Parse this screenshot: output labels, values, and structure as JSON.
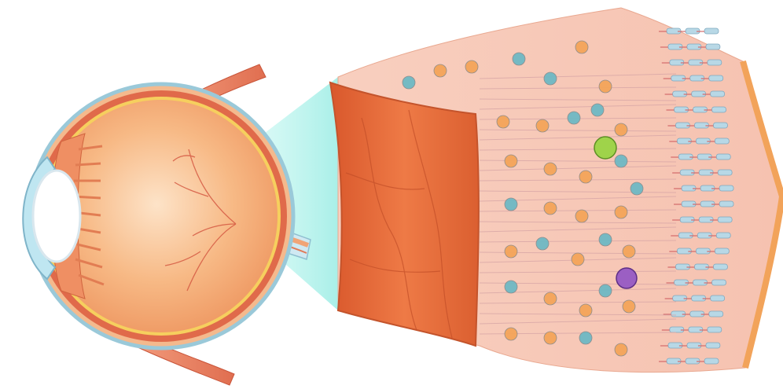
{
  "illustration": {
    "subject": "",
    "parts": [
      {
        "id": "eyeball",
        "icon": "eyeball-cross-section-icon"
      },
      {
        "id": "optic-nerve",
        "icon": "optic-nerve-icon"
      },
      {
        "id": "eye-muscle",
        "icon": "eye-muscle-icon"
      },
      {
        "id": "magnified-section",
        "icon": "magnify-wedge-icon"
      },
      {
        "id": "retina-tissue-block",
        "icon": "retina-layers-icon"
      }
    ],
    "palette": {
      "sclera": "#f3b58a",
      "choroid": "#e06a4a",
      "vitreous": "#f6b27c",
      "cornea": "#b9e4ef",
      "lens": "#ffffff",
      "muscle": "#ef8a6c",
      "wedge": "#bdf3ee",
      "tissue_front": "#e8703f",
      "tissue_body": "#f7c8b8",
      "cell_teal": "#6fb9c4",
      "cell_orange": "#f4a55a",
      "cell_green": "#9fd34a",
      "cell_purple": "#9b5fc3",
      "rod": "#b8d8e6"
    }
  }
}
